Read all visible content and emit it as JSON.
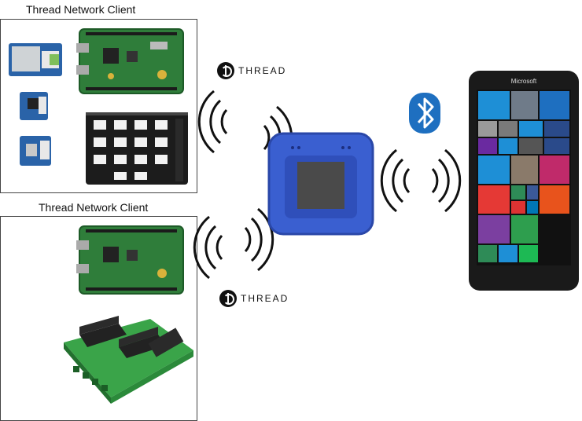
{
  "captions": {
    "top_client": "Thread Network Client",
    "bottom_client": "Thread Network Client"
  },
  "badges": {
    "thread_top": "THREAD",
    "thread_bottom": "THREAD"
  },
  "phone": {
    "brand": "Microsoft"
  },
  "colors": {
    "pcb_green": "#2f7d3a",
    "pcb_dark": "#1d5a27",
    "sensor_blue": "#2a63a8",
    "gateway_blue": "#3a5fd0",
    "bluetooth_blue": "#1e6fc0",
    "phone_bezel": "#1a1a1a"
  },
  "icons": [
    "thread-logo-icon",
    "bluetooth-icon",
    "wireless-wave-icon"
  ]
}
